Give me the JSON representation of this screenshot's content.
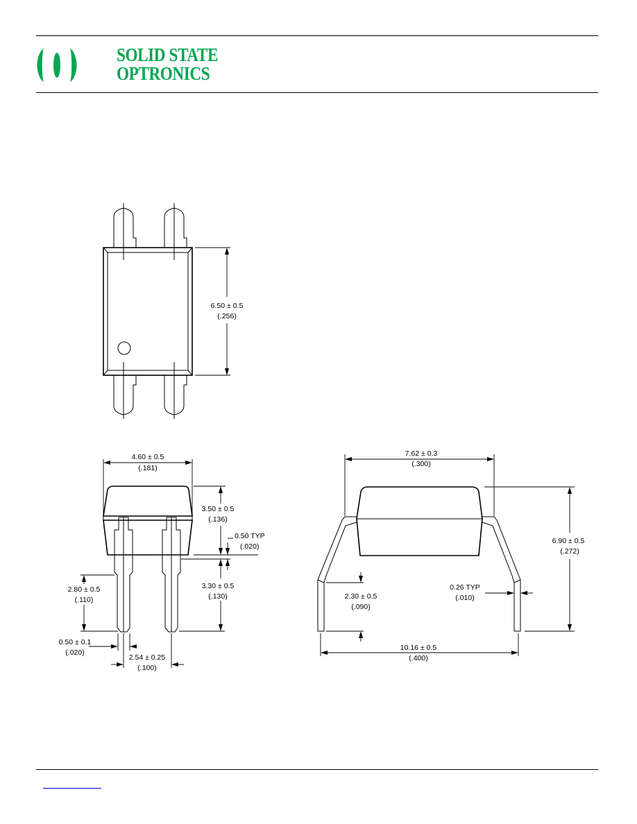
{
  "header": {
    "logo": {
      "line1": "SOLID STATE",
      "line2": "OPTRONICS",
      "color": "#00a651"
    }
  },
  "top_view": {
    "height_dim": {
      "value": "6.50 ± 0.5",
      "inch": "(.256)"
    }
  },
  "side_view": {
    "width_dim": {
      "value": "4.60 ± 0.5",
      "inch": "(.181)"
    },
    "body_height_dim": {
      "value": "3.50 ± 0.5",
      "inch": "(.136)"
    },
    "standoff_dim": {
      "value": "0.50 TYP",
      "inch": "(.020)"
    },
    "lead_length_dim": {
      "value": "3.30 ± 0.5",
      "inch": "(.130)"
    },
    "lead_left_dim": {
      "value": "2.80 ± 0.5",
      "inch": "(.110)"
    },
    "lead_width_dim": {
      "value": "0.50 ± 0.1",
      "inch": "(.020)"
    },
    "pitch_dim": {
      "value": "2.54 ± 0.25",
      "inch": "(.100)"
    }
  },
  "end_view": {
    "row_spacing_dim": {
      "value": "7.62 ± 0.3",
      "inch": "(.300)"
    },
    "total_height_dim": {
      "value": "6.90 ± 0.5",
      "inch": "(.272)"
    },
    "lead_thickness_dim": {
      "value": "0.26 TYP",
      "inch": "(.010)"
    },
    "lead_straight_dim": {
      "value": "2.30 ± 0.5",
      "inch": "(.090)"
    },
    "lead_span_dim": {
      "value": "10.16 ± 0.5",
      "inch": "(.400)"
    }
  }
}
